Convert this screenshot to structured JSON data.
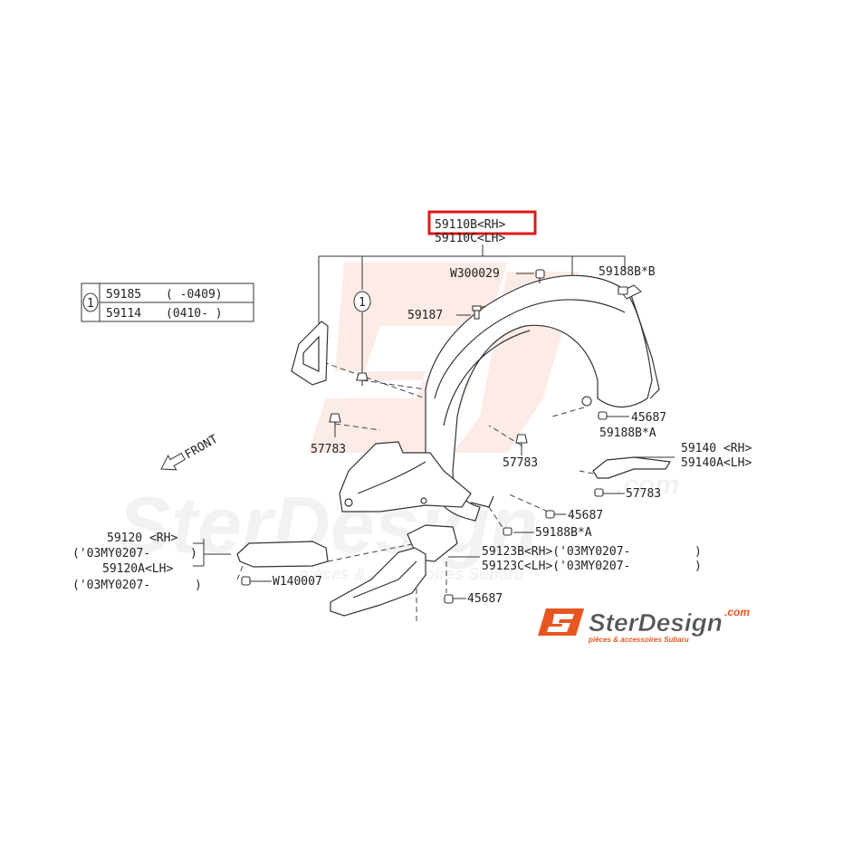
{
  "diagram": {
    "highlighted_part": "59110B<RH>",
    "parts": {
      "main_rh": "59110B<RH>",
      "main_lh": "59110C<LH>",
      "clip_w300029": "W300029",
      "clip_59187": "59187",
      "clip_59188b_b": "59188B*B",
      "callout_num": "1",
      "table_row1_part": "59185",
      "table_row1_range": "(   -0409)",
      "table_row2_part": "59114",
      "table_row2_range": "(0410-   )",
      "nut_45687_a": "45687",
      "clip_59188b_a1": "59188B*A",
      "bracket_59140_rh": "59140 <RH>",
      "bracket_59140a_lh": "59140A<LH>",
      "screw_57783_a": "57783",
      "screw_57783_b": "57783",
      "screw_57783_c": "57783",
      "nut_45687_b": "45687",
      "clip_59188b_a2": "59188B*A",
      "front_label": "FRONT",
      "stay_59120_rh": "59120 <RH>",
      "stay_59120_rh_my": "('03MY0207-",
      "stay_59120a_lh": "59120A<LH>",
      "stay_59120a_lh_my": "('03MY0207-",
      "bolt_w140007": "W140007",
      "bracket_59123b": "59123B<RH>('03MY0207-",
      "bracket_59123c": "59123C<LH>('03MY0207-",
      "nut_45687_c": "45687",
      "paren_close": ")"
    }
  },
  "watermark": {
    "brand": "SterDesign",
    "domain": ".com",
    "tagline": "pièces & accessoires Subaru",
    "accent": "#e8561f",
    "highlight_color": "#e01818"
  }
}
